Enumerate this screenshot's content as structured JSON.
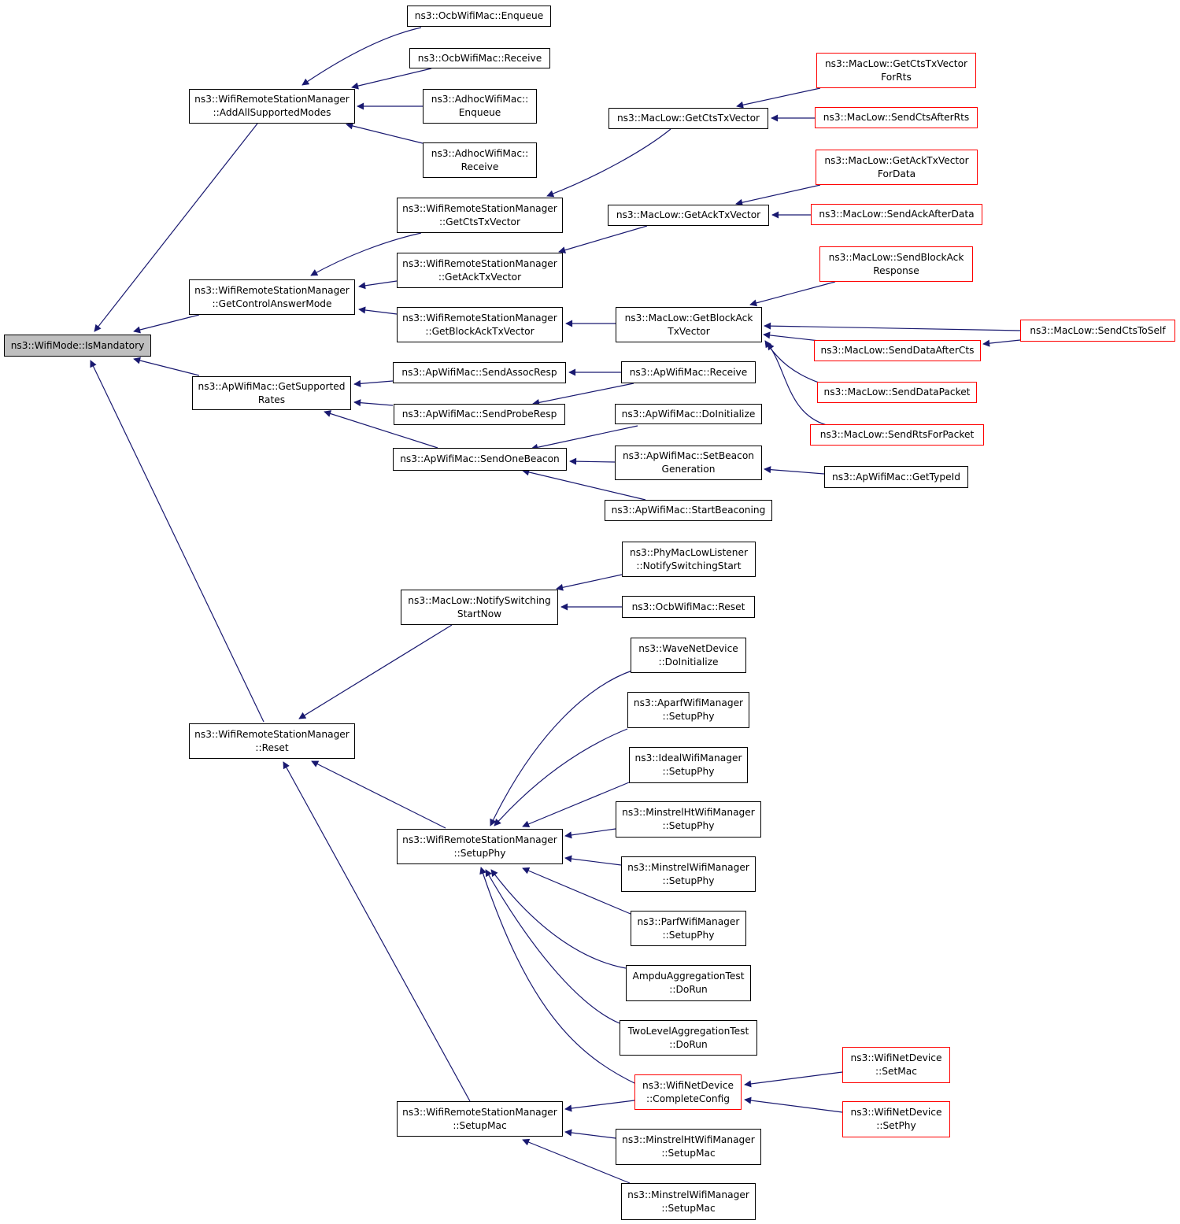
{
  "colors": {
    "edge": "#191970",
    "border": "#000000",
    "red_border": "#ff0000",
    "root_fill": "#bfbfbf"
  },
  "nodes": [
    {
      "id": "root",
      "lines": [
        "ns3::WifiMode::IsMandatory"
      ],
      "style": "root"
    },
    {
      "id": "aasm",
      "lines": [
        "ns3::WifiRemoteStationManager",
        "::AddAllSupportedModes"
      ]
    },
    {
      "id": "gcam",
      "lines": [
        "ns3::WifiRemoteStationManager",
        "::GetControlAnswerMode"
      ]
    },
    {
      "id": "apgsr",
      "lines": [
        "ns3::ApWifiMac::GetSupported",
        "Rates"
      ]
    },
    {
      "id": "rreset",
      "lines": [
        "ns3::WifiRemoteStationManager",
        "::Reset"
      ]
    },
    {
      "id": "ocbenq",
      "lines": [
        "ns3::OcbWifiMac::Enqueue"
      ]
    },
    {
      "id": "ocbrecv",
      "lines": [
        "ns3::OcbWifiMac::Receive"
      ]
    },
    {
      "id": "adhocenq",
      "lines": [
        "ns3::AdhocWifiMac::",
        "Enqueue"
      ]
    },
    {
      "id": "adhocrecv",
      "lines": [
        "ns3::AdhocWifiMac::",
        "Receive"
      ]
    },
    {
      "id": "rgcts",
      "lines": [
        "ns3::WifiRemoteStationManager",
        "::GetCtsTxVector"
      ]
    },
    {
      "id": "rgack",
      "lines": [
        "ns3::WifiRemoteStationManager",
        "::GetAckTxVector"
      ]
    },
    {
      "id": "rgback",
      "lines": [
        "ns3::WifiRemoteStationManager",
        "::GetBlockAckTxVector"
      ]
    },
    {
      "id": "mlgcts",
      "lines": [
        "ns3::MacLow::GetCtsTxVector"
      ]
    },
    {
      "id": "mlgack",
      "lines": [
        "ns3::MacLow::GetAckTxVector"
      ]
    },
    {
      "id": "mlgback",
      "lines": [
        "ns3::MacLow::GetBlockAck",
        "TxVector"
      ]
    },
    {
      "id": "mlgctsrts",
      "lines": [
        "ns3::MacLow::GetCtsTxVector",
        "ForRts"
      ],
      "style": "red"
    },
    {
      "id": "mlscar",
      "lines": [
        "ns3::MacLow::SendCtsAfterRts"
      ],
      "style": "red"
    },
    {
      "id": "mlgackdata",
      "lines": [
        "ns3::MacLow::GetAckTxVector",
        "ForData"
      ],
      "style": "red"
    },
    {
      "id": "mlsaad",
      "lines": [
        "ns3::MacLow::SendAckAfterData"
      ],
      "style": "red"
    },
    {
      "id": "mlsbar",
      "lines": [
        "ns3::MacLow::SendBlockAck",
        "Response"
      ],
      "style": "red"
    },
    {
      "id": "mlsdac",
      "lines": [
        "ns3::MacLow::SendDataAfterCts"
      ],
      "style": "red"
    },
    {
      "id": "mlsdp",
      "lines": [
        "ns3::MacLow::SendDataPacket"
      ],
      "style": "red"
    },
    {
      "id": "mlsrfp",
      "lines": [
        "ns3::MacLow::SendRtsForPacket"
      ],
      "style": "red"
    },
    {
      "id": "mlscts",
      "lines": [
        "ns3::MacLow::SendCtsToSelf"
      ],
      "style": "red"
    },
    {
      "id": "apsar",
      "lines": [
        "ns3::ApWifiMac::SendAssocResp"
      ]
    },
    {
      "id": "apspr",
      "lines": [
        "ns3::ApWifiMac::SendProbeResp"
      ]
    },
    {
      "id": "apsob",
      "lines": [
        "ns3::ApWifiMac::SendOneBeacon"
      ]
    },
    {
      "id": "aprecv",
      "lines": [
        "ns3::ApWifiMac::Receive"
      ]
    },
    {
      "id": "apdoi",
      "lines": [
        "ns3::ApWifiMac::DoInitialize"
      ]
    },
    {
      "id": "apsbg",
      "lines": [
        "ns3::ApWifiMac::SetBeacon",
        "Generation"
      ]
    },
    {
      "id": "apstb",
      "lines": [
        "ns3::ApWifiMac::StartBeaconing"
      ]
    },
    {
      "id": "apgti",
      "lines": [
        "ns3::ApWifiMac::GetTypeId"
      ]
    },
    {
      "id": "mlnss",
      "lines": [
        "ns3::MacLow::NotifySwitching",
        "StartNow"
      ]
    },
    {
      "id": "pmlnss",
      "lines": [
        "ns3::PhyMacLowListener",
        "::NotifySwitchingStart"
      ]
    },
    {
      "id": "ocbreset",
      "lines": [
        "ns3::OcbWifiMac::Reset"
      ]
    },
    {
      "id": "rsphy",
      "lines": [
        "ns3::WifiRemoteStationManager",
        "::SetupPhy"
      ]
    },
    {
      "id": "rsmac",
      "lines": [
        "ns3::WifiRemoteStationManager",
        "::SetupMac"
      ]
    },
    {
      "id": "wnddoi",
      "lines": [
        "ns3::WaveNetDevice",
        "::DoInitialize"
      ]
    },
    {
      "id": "aparfsp",
      "lines": [
        "ns3::AparfWifiManager",
        "::SetupPhy"
      ]
    },
    {
      "id": "idealsp",
      "lines": [
        "ns3::IdealWifiManager",
        "::SetupPhy"
      ]
    },
    {
      "id": "mhtsp",
      "lines": [
        "ns3::MinstrelHtWifiManager",
        "::SetupPhy"
      ]
    },
    {
      "id": "minsp",
      "lines": [
        "ns3::MinstrelWifiManager",
        "::SetupPhy"
      ]
    },
    {
      "id": "parfsp",
      "lines": [
        "ns3::ParfWifiManager",
        "::SetupPhy"
      ]
    },
    {
      "id": "ampdu",
      "lines": [
        "AmpduAggregationTest",
        "::DoRun"
      ]
    },
    {
      "id": "twolvl",
      "lines": [
        "TwoLevelAggregationTest",
        "::DoRun"
      ]
    },
    {
      "id": "wndcc",
      "lines": [
        "ns3::WifiNetDevice",
        "::CompleteConfig"
      ],
      "style": "red"
    },
    {
      "id": "wndsm",
      "lines": [
        "ns3::WifiNetDevice",
        "::SetMac"
      ],
      "style": "red"
    },
    {
      "id": "wndsp",
      "lines": [
        "ns3::WifiNetDevice",
        "::SetPhy"
      ],
      "style": "red"
    },
    {
      "id": "mhtsm",
      "lines": [
        "ns3::MinstrelHtWifiManager",
        "::SetupMac"
      ]
    },
    {
      "id": "minsm",
      "lines": [
        "ns3::MinstrelWifiManager",
        "::SetupMac"
      ]
    }
  ]
}
